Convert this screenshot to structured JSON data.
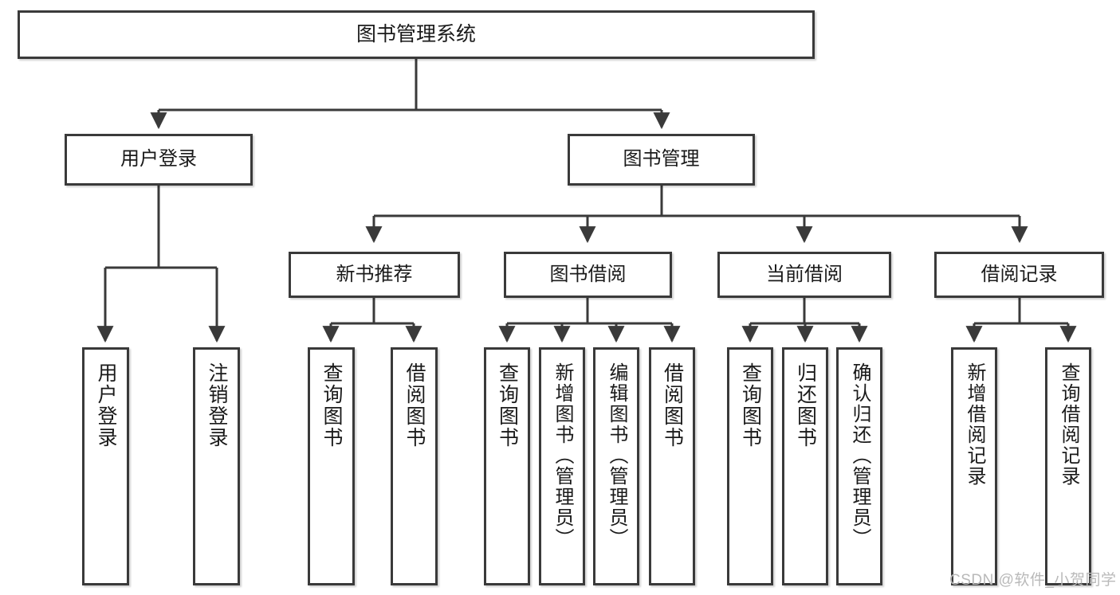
{
  "diagram": {
    "title": "图书管理系统",
    "type": "tree",
    "watermark": "CSDN @软件_小贺同学",
    "nodes": {
      "root": {
        "label": "图书管理系统"
      },
      "level2": [
        {
          "id": "user-login",
          "label": "用户登录"
        },
        {
          "id": "book-management",
          "label": "图书管理"
        }
      ],
      "level3": [
        {
          "id": "new-book-recommend",
          "label": "新书推荐"
        },
        {
          "id": "book-borrow",
          "label": "图书借阅"
        },
        {
          "id": "current-borrow",
          "label": "当前借阅"
        },
        {
          "id": "borrow-record",
          "label": "借阅记录"
        }
      ],
      "leaves": {
        "user_login": [
          {
            "id": "leaf-user-login",
            "label": "用户登录"
          },
          {
            "id": "leaf-logout-login",
            "label": "注销登录"
          }
        ],
        "new_book_recommend": [
          {
            "id": "leaf-query-book-1",
            "label": "查询图书"
          },
          {
            "id": "leaf-borrow-book-1",
            "label": "借阅图书"
          }
        ],
        "book_borrow": [
          {
            "id": "leaf-query-book-2",
            "label": "查询图书"
          },
          {
            "id": "leaf-add-book",
            "label": "新增图书（管理员）"
          },
          {
            "id": "leaf-edit-book",
            "label": "编辑图书（管理员）"
          },
          {
            "id": "leaf-borrow-book-2",
            "label": "借阅图书"
          }
        ],
        "current_borrow": [
          {
            "id": "leaf-query-book-3",
            "label": "查询图书"
          },
          {
            "id": "leaf-return-book",
            "label": "归还图书"
          },
          {
            "id": "leaf-confirm-return",
            "label": "确认归还（管理员）"
          }
        ],
        "borrow_record": [
          {
            "id": "leaf-add-record",
            "label": "新增借阅记录"
          },
          {
            "id": "leaf-query-record",
            "label": "查询借阅记录"
          }
        ]
      }
    },
    "colors": {
      "border": "#3a3a3a",
      "text": "#1a1a1a",
      "background": "#ffffff",
      "watermark": "#b9b9b9"
    }
  }
}
